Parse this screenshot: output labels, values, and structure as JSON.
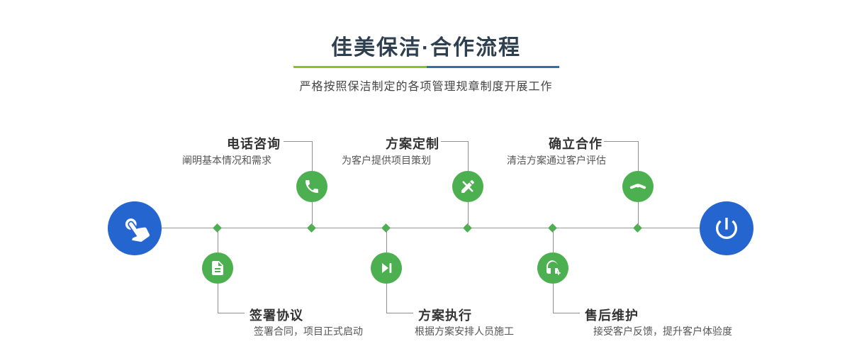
{
  "header": {
    "title": "佳美保洁·合作流程",
    "subtitle": "严格按照保洁制定的各项管理规章制度开展工作"
  },
  "colors": {
    "brand_blue": "#2565d0",
    "brand_green": "#4cb050",
    "underline_green": "#8cbf2b",
    "underline_blue": "#2d6fb0",
    "title_text": "#2e3f50",
    "line_gray": "#9a9a9a"
  },
  "timeline": {
    "start_icon": "pointing-hand-icon",
    "end_icon": "power-icon"
  },
  "steps_top": [
    {
      "title": "电话咨询",
      "desc": "阐明基本情况和需求",
      "icon": "phone-icon"
    },
    {
      "title": "方案定制",
      "desc": "为客户提供项目策划",
      "icon": "design-tools-icon"
    },
    {
      "title": "确立合作",
      "desc": "清洁方案通过客户评估",
      "icon": "handshake-icon"
    }
  ],
  "steps_bottom": [
    {
      "title": "签署协议",
      "desc": "签署合同，项目正式启动",
      "icon": "contract-icon"
    },
    {
      "title": "方案执行",
      "desc": "根据方案安排人员施工",
      "icon": "play-icon"
    },
    {
      "title": "售后维护",
      "desc": "接受客户反馈，提升客户体验度",
      "icon": "headset-icon"
    }
  ]
}
